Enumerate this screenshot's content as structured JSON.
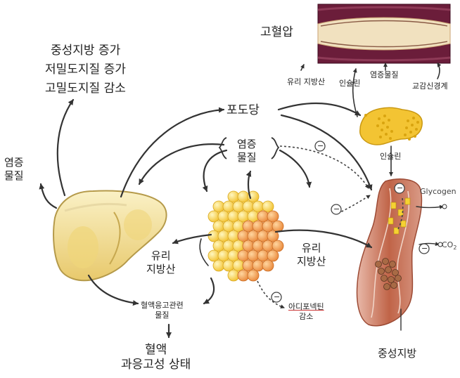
{
  "labels": {
    "hypertension": "고혈압",
    "lipid_effects": [
      "중성지방 증가",
      "저밀도지질 증가",
      "고밀도지질 감소"
    ],
    "inflammatory_left": [
      "염증",
      "물질"
    ],
    "glucose": "포도당",
    "inflammatory_center": [
      "염증",
      "물질"
    ],
    "ffa_top": "유리 지방산",
    "insulin_top": "인슐린",
    "inflammatory_top": "염증물질",
    "sympathetic": "교감신경계",
    "insulin_pancreas": "인슐린",
    "ffa_liver": [
      "유리",
      "지방산"
    ],
    "ffa_right": [
      "유리",
      "지방산"
    ],
    "coag": [
      "혈액응고관련",
      "물질"
    ],
    "hypercoag": [
      "혈액",
      "과응고성 상태"
    ],
    "adiponectin": [
      "아디포넥틴",
      "감소"
    ],
    "glycogen": "Glycogen",
    "co2": "CO",
    "co2_sub": "2",
    "triglyceride": "중성지방",
    "minus": "−"
  },
  "colors": {
    "vessel_wall": "#6b1d3a",
    "vessel_lumen": "#f1e1bf",
    "liver": "#f3df9a",
    "fat_yellow": "#f7d24a",
    "fat_orange": "#ef9d3c",
    "pancreas": "#f3c433",
    "muscle": "#c2654a",
    "arrow": "#333333"
  }
}
